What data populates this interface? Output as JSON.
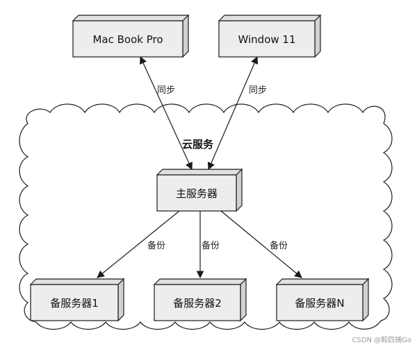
{
  "diagram": {
    "cloud_label": "云服务",
    "nodes": {
      "macbook": "Mac Book Pro",
      "windows": "Window 11",
      "main_server": "主服务器",
      "backup1": "备服务器1",
      "backup2": "备服务器2",
      "backupN": "备服务器N"
    },
    "edges": {
      "sync_left": "同步",
      "sync_right": "同步",
      "backup_left": "备份",
      "backup_mid": "备份",
      "backup_right": "备份"
    }
  },
  "colors": {
    "node_fill": "#ededed",
    "stroke": "#1a1a1a",
    "background": "#ffffff"
  },
  "watermark": "CSDN @毅四捕Go"
}
